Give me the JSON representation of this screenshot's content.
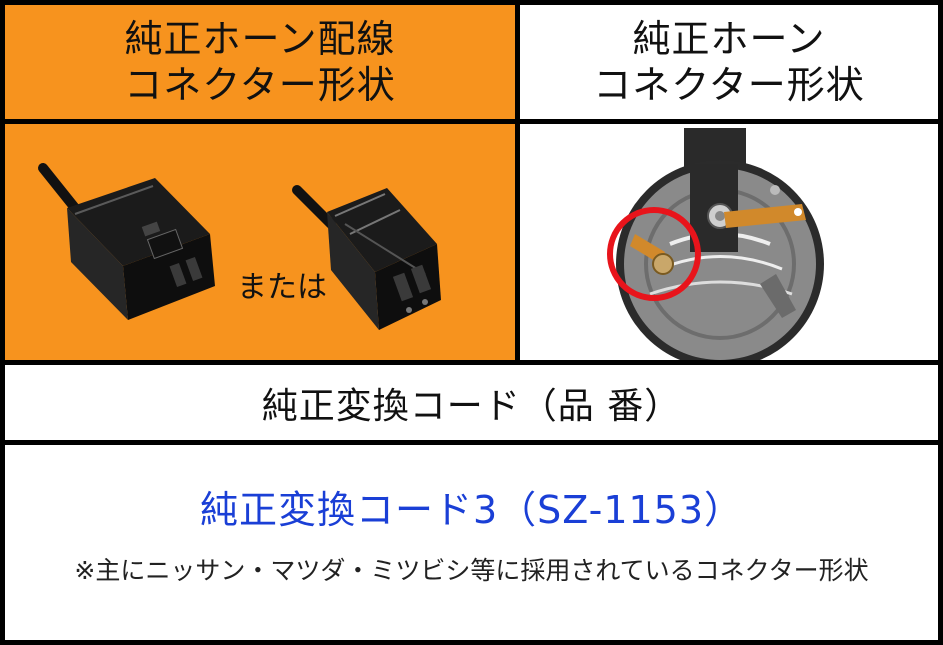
{
  "headers": {
    "left": {
      "line1": "純正ホーン配線",
      "line2": "コネクター形状"
    },
    "right": {
      "line1": "純正ホーン",
      "line2": "コネクター形状"
    }
  },
  "connector_panel": {
    "separator_text": "または"
  },
  "section_title": "純正変換コード（品 番）",
  "product": {
    "name": "純正変換コード3（SZ-1153）",
    "note": "※主にニッサン・マツダ・ミツビシ等に採用されているコネクター形状"
  },
  "colors": {
    "accent": "#F7931E",
    "product_text": "#1a3fd6",
    "highlight_circle": "#e8141b"
  },
  "icons": [
    "connector-type-a-icon",
    "connector-type-b-icon",
    "horn-image",
    "highlight-circle-icon"
  ]
}
